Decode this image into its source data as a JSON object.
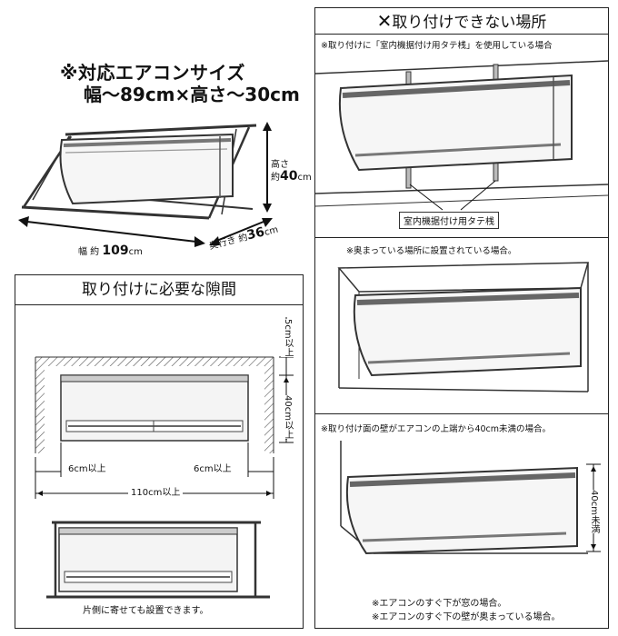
{
  "spec": {
    "line1": "※対応エアコンサイズ",
    "line2": "幅～89cm×高さ～30cm"
  },
  "product_dims": {
    "height_label": "高さ",
    "height_prefix": "約",
    "height_value": "40",
    "height_unit": "cm",
    "width_prefix": "幅 約",
    "width_value": "109",
    "width_unit": "cm",
    "depth_label": "奥行き",
    "depth_prefix": "約",
    "depth_value": "36",
    "depth_unit": "cm"
  },
  "clearance": {
    "title": "取り付けに必要な隙間",
    "top_gap": "5cm以上",
    "side_height": "40cm以上",
    "left_gap": "6cm以上",
    "right_gap": "6cm以上",
    "total_width": "110cm以上",
    "one_side_note": "片側に寄せても設置できます。"
  },
  "not_installable": {
    "title": "取り付けできない場所",
    "case1": {
      "text": "※取り付けに「室内機据付け用タテ桟」を使用している場合",
      "callout": "室内機据付け用タテ桟"
    },
    "case2": {
      "text": "※奥まっている場所に設置されている場合。"
    },
    "case3": {
      "text": "※取り付け面の壁がエアコンの上端から40cm未満の場合。",
      "dim": "40cm未満",
      "note1": "※エアコンのすぐ下が窓の場合。",
      "note2": "※エアコンのすぐ下の壁が奥まっている場合。"
    }
  }
}
